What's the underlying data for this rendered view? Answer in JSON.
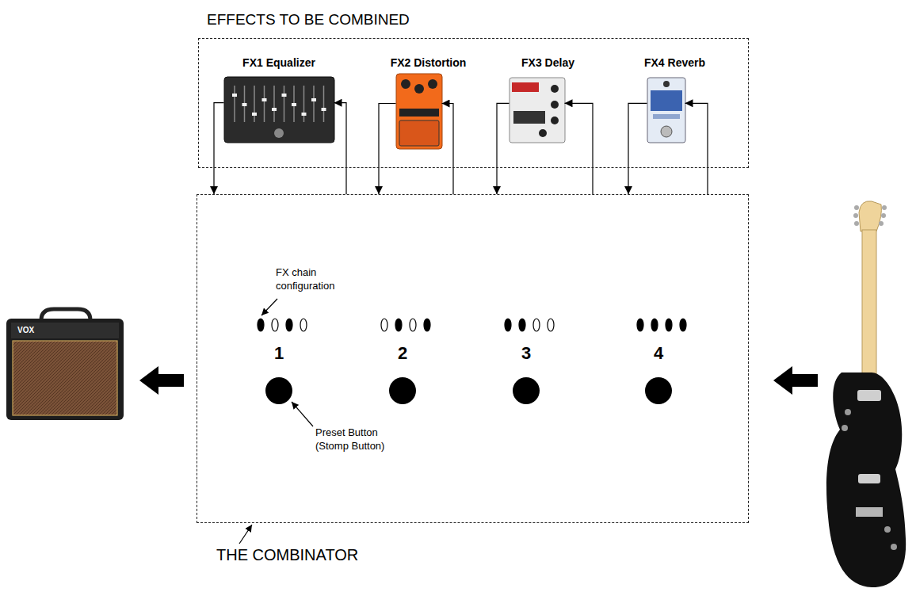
{
  "diagram": {
    "nodes": [
      {
        "text": [
          "EFFECTS TO BE COMBINED"
        ]
      },
      {
        "text": [
          "FX1 Equalizer"
        ],
        "in": 0
      },
      {
        "text": [
          "FX2 Distortion"
        ],
        "in": 0
      },
      {
        "text": [
          "FX3 Delay"
        ],
        "in": 0
      },
      {
        "text": [
          "FX4 Reverb"
        ],
        "in": 0
      },
      {
        "text": [
          "THE COMBINATOR"
        ]
      }
    ],
    "edges": [
      {
        "from": 1,
        "to": 5,
        "arrow": "to"
      },
      {
        "from": 5,
        "to": 1,
        "arrow": "to"
      },
      {
        "from": 2,
        "to": 5,
        "arrow": "to"
      },
      {
        "from": 5,
        "to": 2,
        "arrow": "to"
      },
      {
        "from": 3,
        "to": 5,
        "arrow": "to"
      },
      {
        "from": 5,
        "to": 3,
        "arrow": "to"
      },
      {
        "from": 4,
        "to": 5,
        "arrow": "to"
      },
      {
        "from": 5,
        "to": 4,
        "arrow": "to"
      }
    ],
    "labels": [
      "VOX",
      "FX chain configuration",
      "1",
      "2",
      "3",
      "4",
      "Preset Button (Stomp Button)"
    ]
  }
}
